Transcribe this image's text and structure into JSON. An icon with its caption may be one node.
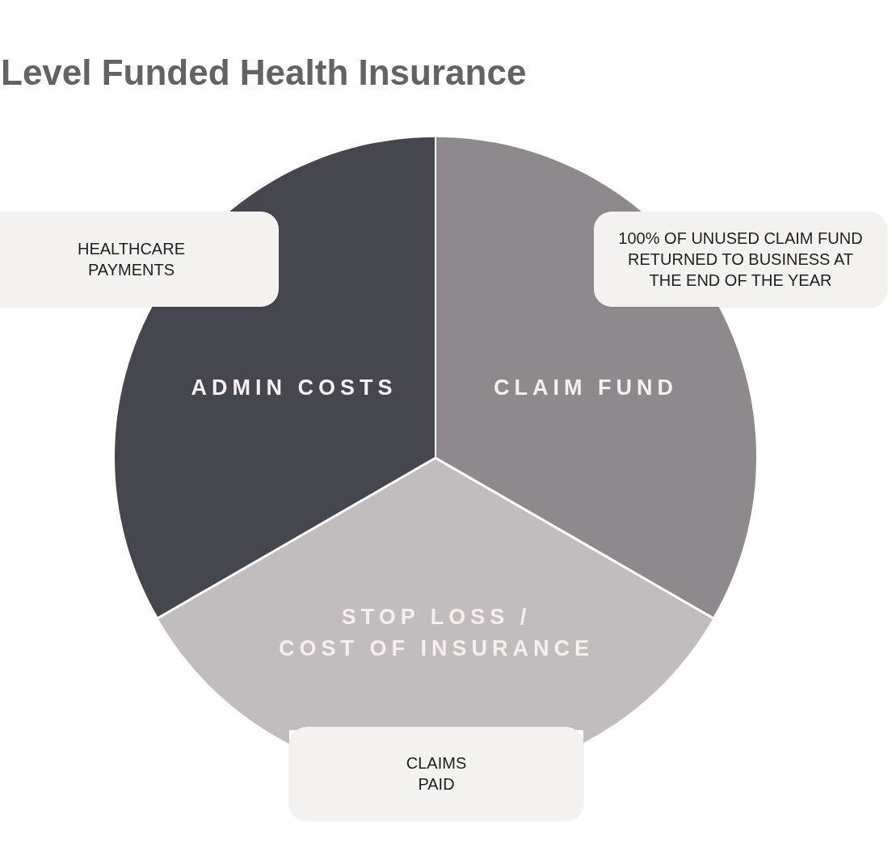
{
  "diagram": {
    "title": "Level Funded Health Insurance",
    "nodes": [
      {
        "text": [
          "HEALTHCARE PAYMENTS"
        ]
      },
      {
        "text": [
          "100% OF UNUSED CLAIM FUND RETURNED TO BUSINESS AT THE END OF THE YEAR"
        ]
      },
      {
        "text": [
          "ADMIN COSTS"
        ]
      },
      {
        "text": [
          "CLAIM FUND"
        ]
      },
      {
        "text": [
          "STOP LOSS / COST OF INSURANCE"
        ]
      },
      {
        "text": [
          "CLAIMS PAID"
        ]
      }
    ]
  }
}
